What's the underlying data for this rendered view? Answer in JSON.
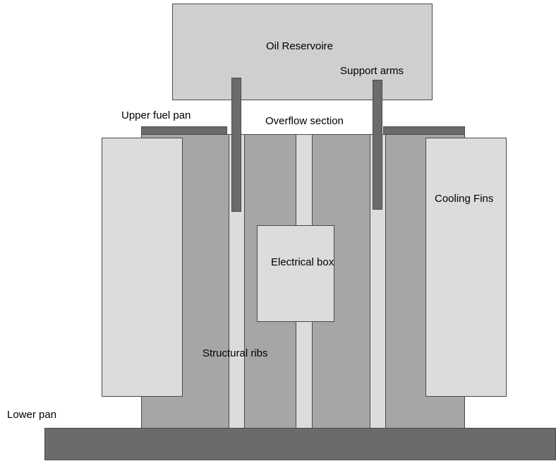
{
  "diagram": {
    "labels": {
      "oil_reservoire": "Oil  Reservoire",
      "support_arms": "Support arms",
      "upper_fuel_pan": "Upper fuel pan",
      "overflow_section": "Overflow section",
      "cooling_fins": "Cooling Fins",
      "electrical_box": "Electrical box",
      "structural_ribs": "Structural ribs",
      "lower_pan": "Lower pan"
    },
    "colors": {
      "dark_gray": "#6b6b6b",
      "medium_gray": "#a6a6a6",
      "light_gray": "#dcdcdc",
      "reservoir_gray": "#cfcfcf",
      "outline": "#4a4a4a"
    }
  }
}
